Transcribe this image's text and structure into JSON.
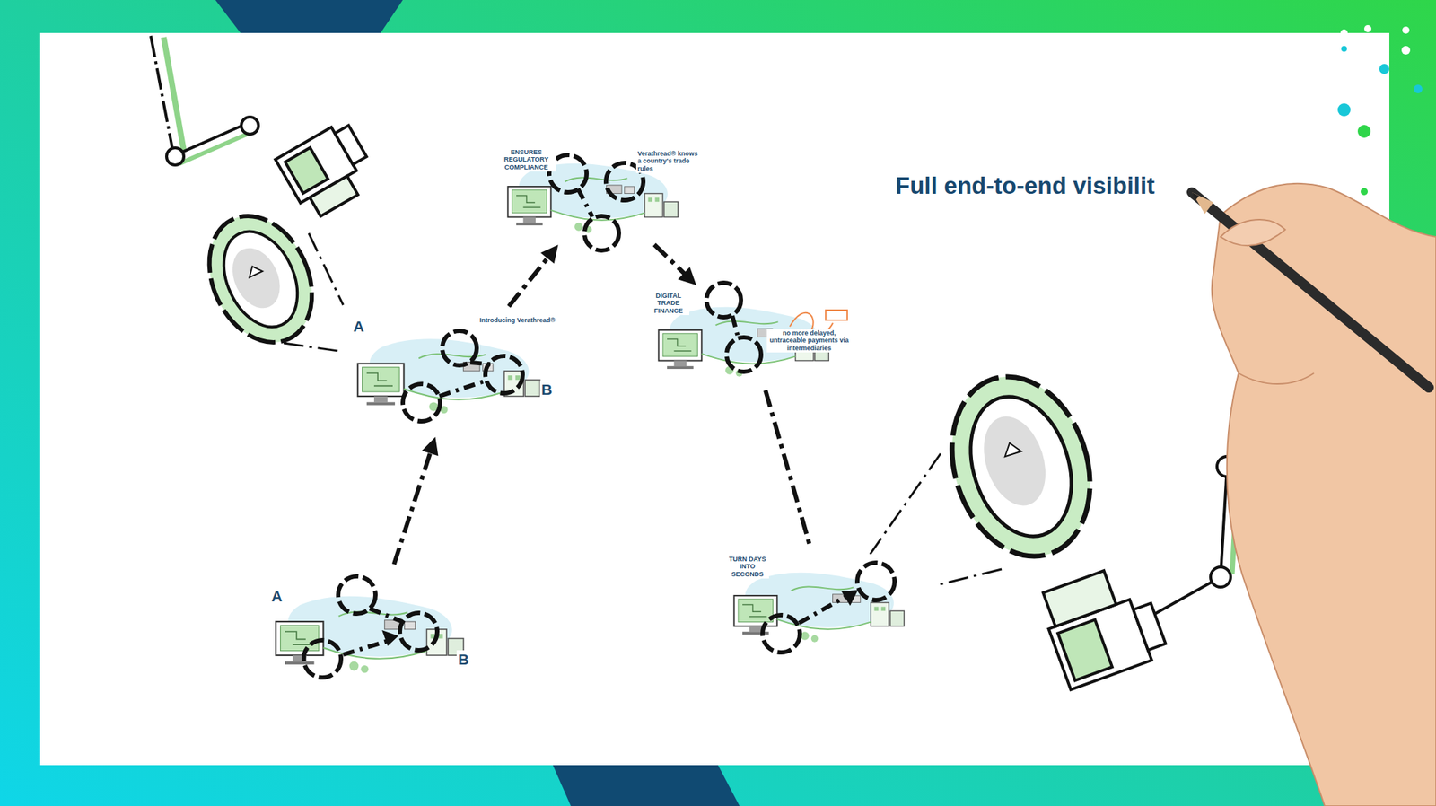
{
  "diagram": {
    "title": "Full end-to-end visibilit",
    "nodes": [
      {
        "text": [
          "A",
          "B"
        ]
      },
      {
        "text": [
          "A",
          "B",
          "Introducing Verathread®"
        ]
      },
      {
        "text": [
          "ENSURES REGULATORY COMPLIANCE",
          "Verathread® knows a country's trade rules"
        ]
      },
      {
        "text": [
          "DIGITAL TRADE FINANCE",
          "no more delayed, untraceable payments via intermediaries"
        ]
      },
      {
        "text": [
          "TURN DAYS INTO SECONDS"
        ]
      }
    ],
    "edges": [
      {
        "from": 0,
        "to": 1,
        "arrow": "to"
      },
      {
        "from": 1,
        "to": 2,
        "arrow": "to"
      },
      {
        "from": 2,
        "to": 3,
        "arrow": "to"
      },
      {
        "from": 3,
        "to": 4,
        "arrow": "none"
      }
    ]
  }
}
